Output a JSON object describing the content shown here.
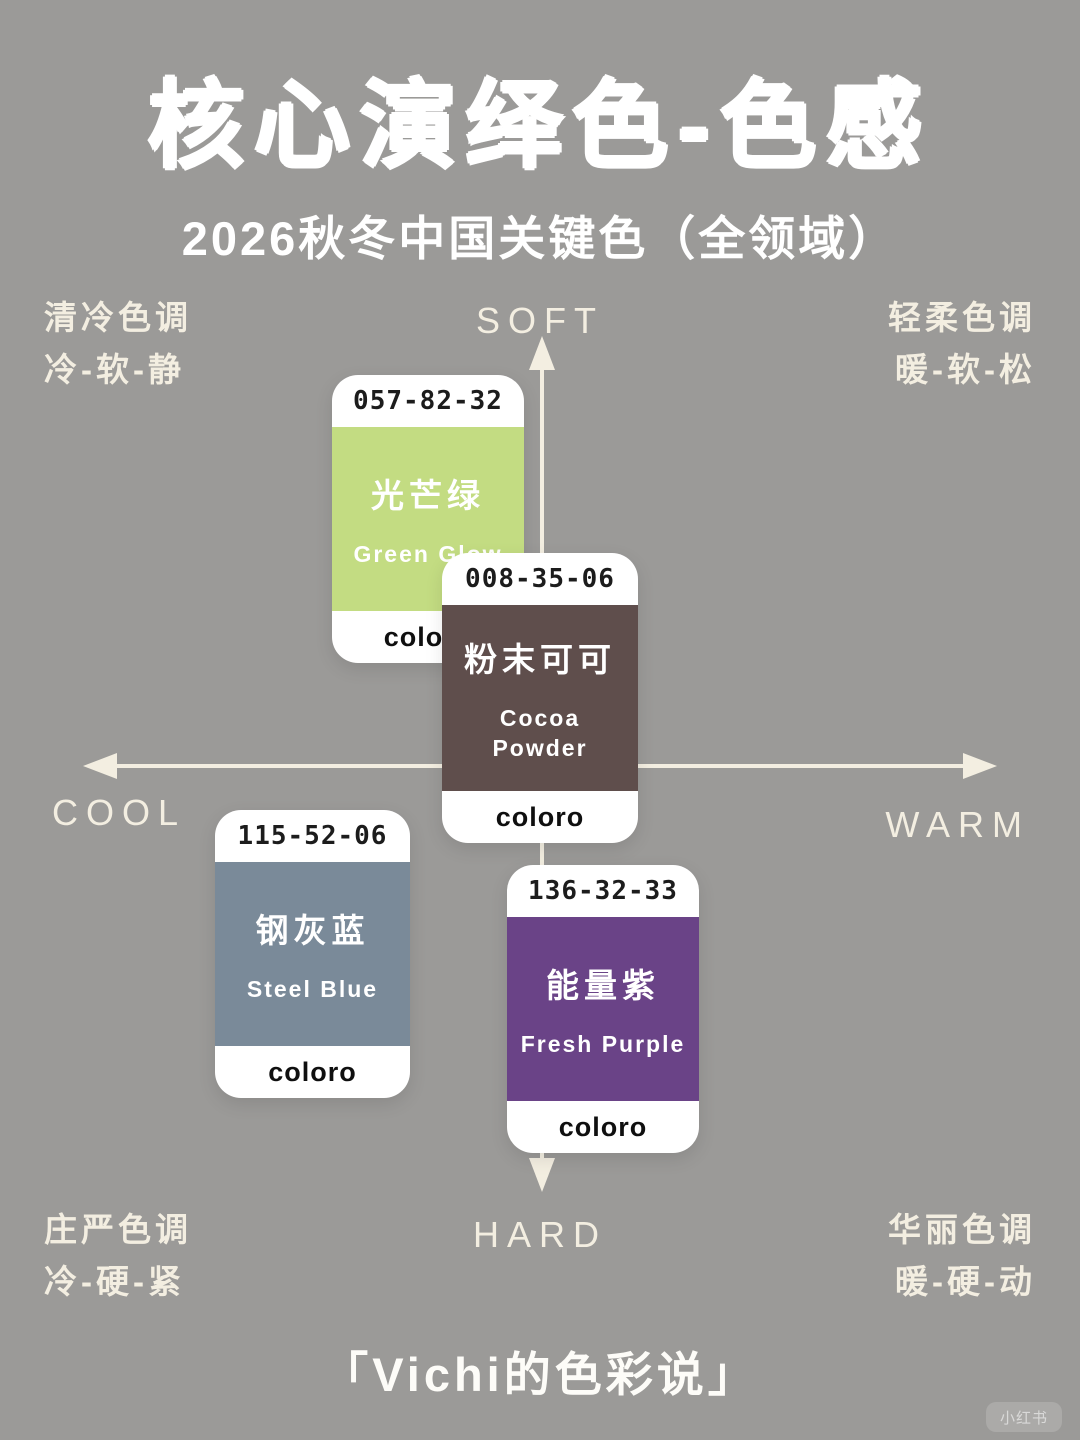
{
  "page": {
    "title": "核心演绎色-色感",
    "subtitle": "2026秋冬中国关键色（全领域）",
    "footer": "「Vichi的色彩说」",
    "watermark": "小红书",
    "background_color": "#9b9a98",
    "axis_color": "#f3eee1",
    "title_color": "#ffffff"
  },
  "axes": {
    "top": "SOFT",
    "bottom": "HARD",
    "left": "COOL",
    "right": "WARM"
  },
  "corners": {
    "top_left": {
      "line1": "清冷色调",
      "line2": "冷-软-静"
    },
    "top_right": {
      "line1": "轻柔色调",
      "line2": "暖-软-松"
    },
    "bottom_left": {
      "line1": "庄严色调",
      "line2": "冷-硬-紧"
    },
    "bottom_right": {
      "line1": "华丽色调",
      "line2": "暖-硬-动"
    }
  },
  "brand": "coloro",
  "cards": [
    {
      "code": "057-82-32",
      "name_cn": "光芒绿",
      "name_en": "Green Glow",
      "hex": "#c3dc82"
    },
    {
      "code": "008-35-06",
      "name_cn": "粉末可可",
      "name_en": "Cocoa Powder",
      "hex": "#5f4e4c"
    },
    {
      "code": "115-52-06",
      "name_cn": "钢灰蓝",
      "name_en": "Steel Blue",
      "hex": "#7a8a99"
    },
    {
      "code": "136-32-33",
      "name_cn": "能量紫",
      "name_en": "Fresh Purple",
      "hex": "#6a4387"
    }
  ],
  "chart_data": {
    "type": "scatter",
    "title": "核心演绎色-色感",
    "subtitle": "2026秋冬中国关键色（全领域）",
    "x_axis": {
      "negative": "COOL",
      "positive": "WARM",
      "range": [
        -1,
        1
      ]
    },
    "y_axis": {
      "negative": "HARD",
      "positive": "SOFT",
      "range": [
        -1,
        1
      ]
    },
    "grid": false,
    "quadrant_moods": {
      "cool_soft": "清冷色调 冷-软-静",
      "warm_soft": "轻柔色调 暖-软-松",
      "cool_hard": "庄严色调 冷-硬-紧",
      "warm_hard": "华丽色调 暖-硬-动"
    },
    "points": [
      {
        "code": "057-82-32",
        "name_cn": "光芒绿",
        "name_en": "Green Glow",
        "hex": "#c3dc82",
        "x": -0.25,
        "y": 0.55
      },
      {
        "code": "008-35-06",
        "name_cn": "粉末可可",
        "name_en": "Cocoa Powder",
        "hex": "#5f4e4c",
        "x": -0.01,
        "y": 0.15
      },
      {
        "code": "115-52-06",
        "name_cn": "钢灰蓝",
        "name_en": "Steel Blue",
        "hex": "#7a8a99",
        "x": -0.51,
        "y": -0.42
      },
      {
        "code": "136-32-33",
        "name_cn": "能量紫",
        "name_en": "Fresh Purple",
        "hex": "#6a4387",
        "x": 0.14,
        "y": -0.54
      }
    ]
  }
}
